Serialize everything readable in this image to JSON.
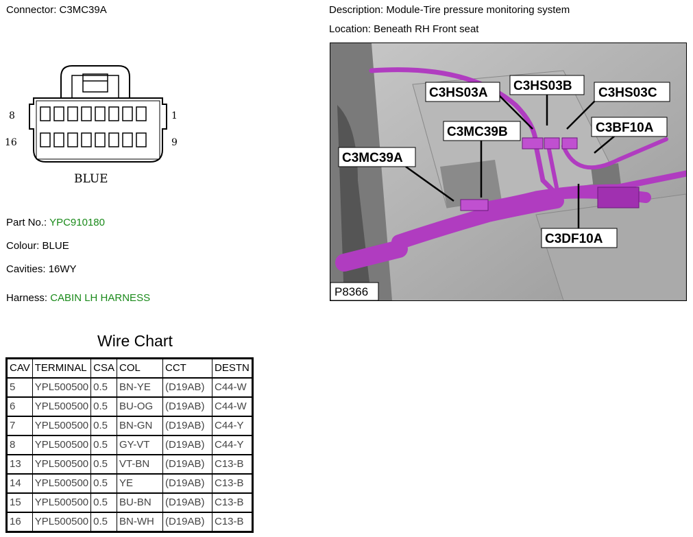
{
  "connector": {
    "label": "Connector:",
    "id": "C3MC39A"
  },
  "pinout": {
    "left_top": "8",
    "right_top": "1",
    "left_bottom": "16",
    "right_bottom": "9",
    "color_text": "BLUE"
  },
  "part": {
    "label": "Part No.:",
    "value": "YPC910180"
  },
  "colour": {
    "label": "Colour:",
    "value": "BLUE"
  },
  "cavities": {
    "label": "Cavities:",
    "value": "16WY"
  },
  "harness": {
    "label": "Harness:",
    "value": "CABIN LH HARNESS"
  },
  "description": {
    "label": "Description:",
    "value": "Module-Tire pressure monitoring system"
  },
  "location": {
    "label": "Location:",
    "value": "Beneath RH Front seat"
  },
  "photo": {
    "ref": "P8366",
    "callouts": [
      "C3HS03A",
      "C3HS03B",
      "C3HS03C",
      "C3MC39B",
      "C3BF10A",
      "C3MC39A",
      "C3DF10A"
    ]
  },
  "wire_chart": {
    "title": "Wire Chart",
    "headers": [
      "CAV",
      "TERMINAL",
      "CSA",
      "COL",
      "CCT",
      "DESTN"
    ],
    "rows": [
      [
        "5",
        "YPL500500",
        "0.5",
        "BN-YE",
        "(D19AB)",
        "C44-W"
      ],
      [
        "6",
        "YPL500500",
        "0.5",
        "BU-OG",
        "(D19AB)",
        "C44-W"
      ],
      [
        "7",
        "YPL500500",
        "0.5",
        "BN-GN",
        "(D19AB)",
        "C44-Y"
      ],
      [
        "8",
        "YPL500500",
        "0.5",
        "GY-VT",
        "(D19AB)",
        "C44-Y"
      ],
      [
        "13",
        "YPL500500",
        "0.5",
        "VT-BN",
        "(D19AB)",
        "C13-B"
      ],
      [
        "14",
        "YPL500500",
        "0.5",
        "YE",
        "(D19AB)",
        "C13-B"
      ],
      [
        "15",
        "YPL500500",
        "0.5",
        "BU-BN",
        "(D19AB)",
        "C13-B"
      ],
      [
        "16",
        "YPL500500",
        "0.5",
        "BN-WH",
        "(D19AB)",
        "C13-B"
      ]
    ]
  },
  "colors": {
    "green": "#1a8a1a",
    "harness_purple": "#b03cc0"
  }
}
